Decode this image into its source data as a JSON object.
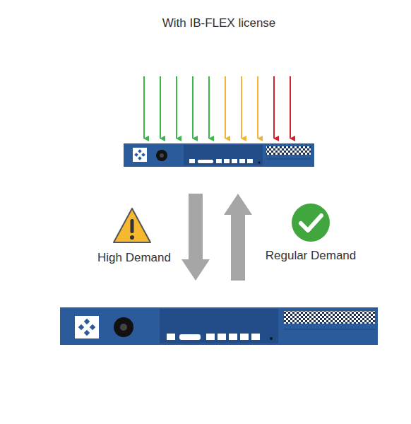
{
  "diagram": {
    "title": "With IB-FLEX license",
    "nodes": [
      {
        "text": [
          "Infoblox"
        ]
      },
      {
        "text": [
          "Infoblox"
        ]
      }
    ],
    "edges": [
      {
        "from": 0,
        "to": 1,
        "arrow": "to",
        "label": "High Demand"
      },
      {
        "from": 1,
        "to": 0,
        "arrow": "to",
        "label": "Regular Demand"
      }
    ]
  }
}
